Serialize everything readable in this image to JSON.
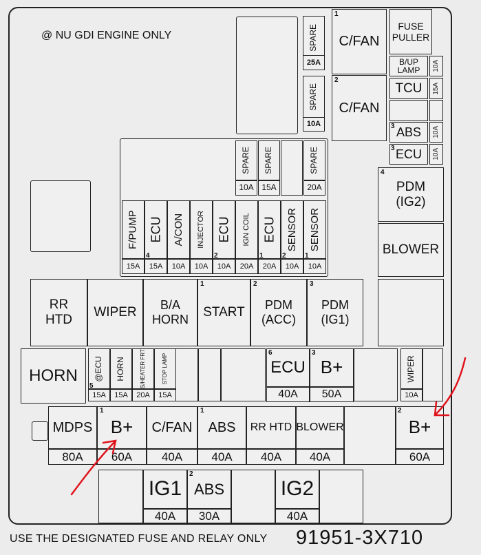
{
  "header_note": "@ NU GDI ENGINE ONLY",
  "footer_note": "USE THE DESIGNATED FUSE AND RELAY ONLY",
  "part_number": "91951-3X710",
  "top": {
    "spare1": "SPARE",
    "spare1_amp": "25A",
    "spare2": "SPARE",
    "spare2_amp": "10A",
    "cfan1": "C/FAN",
    "cfan1_num": "1",
    "cfan2": "C/FAN",
    "cfan2_num": "2",
    "fuse_puller": "FUSE PULLER",
    "bup_lamp": "B/UP LAMP",
    "bup_amp": "10A",
    "tcu": "TCU",
    "tcu_amp": "15A",
    "abs": "ABS",
    "abs_num": "3",
    "abs_amp": "10A",
    "ecu": "ECU",
    "ecu_num": "3",
    "ecu_amp": "10A",
    "pdm_ig2": "PDM (IG2)",
    "pdm_ig2_num": "4",
    "blower": "BLOWER"
  },
  "mid_spares": [
    {
      "label": "SPARE",
      "amp": "10A"
    },
    {
      "label": "SPARE",
      "amp": "15A"
    },
    {
      "label": "SPARE",
      "amp": "20A"
    }
  ],
  "mid_fuses": [
    {
      "label": "F/PUMP",
      "amp": "15A",
      "num": ""
    },
    {
      "label": "ECU",
      "amp": "15A",
      "num": "4"
    },
    {
      "label": "A/CON",
      "amp": "10A",
      "num": ""
    },
    {
      "label": "INJECTOR",
      "amp": "10A",
      "num": ""
    },
    {
      "label": "ECU",
      "amp": "10A",
      "num": "2"
    },
    {
      "label": "IGN COIL",
      "amp": "20A",
      "num": ""
    },
    {
      "label": "ECU",
      "amp": "20A",
      "num": "1"
    },
    {
      "label": "SENSOR",
      "amp": "10A",
      "num": "2"
    },
    {
      "label": "SENSOR",
      "amp": "10A",
      "num": "1"
    }
  ],
  "relays": [
    {
      "label": "RR HTD",
      "num": ""
    },
    {
      "label": "WIPER",
      "num": ""
    },
    {
      "label": "B/A HORN",
      "num": ""
    },
    {
      "label": "START",
      "num": "1"
    },
    {
      "label": "PDM (ACC)",
      "num": "2"
    },
    {
      "label": "PDM (IG1)",
      "num": "3"
    }
  ],
  "row4": {
    "horn": "HORN",
    "small": [
      {
        "label": "@ECU",
        "amp": "15A",
        "num": "5"
      },
      {
        "label": "HORN",
        "amp": "15A",
        "num": ""
      },
      {
        "label": "S/HEATER FRT",
        "amp": "20A",
        "num": ""
      },
      {
        "label": "STOP LAMP",
        "amp": "15A",
        "num": ""
      }
    ],
    "ecu": "ECU",
    "ecu_num": "6",
    "ecu_amp": "40A",
    "bplus": "B+",
    "bplus_num": "3",
    "bplus_amp": "50A",
    "wiper": "WIPER",
    "wiper_amp": "10A"
  },
  "row5": [
    {
      "label": "MDPS",
      "amp": "80A",
      "num": ""
    },
    {
      "label": "B+",
      "amp": "60A",
      "num": "1"
    },
    {
      "label": "C/FAN",
      "amp": "40A",
      "num": ""
    },
    {
      "label": "ABS",
      "amp": "40A",
      "num": "1"
    },
    {
      "label": "RR HTD",
      "amp": "40A",
      "num": ""
    },
    {
      "label": "BLOWER",
      "amp": "40A",
      "num": ""
    }
  ],
  "row5_right": {
    "label": "B+",
    "amp": "60A",
    "num": "2"
  },
  "row6": {
    "ig1": "IG1",
    "ig1_amp": "40A",
    "abs": "ABS",
    "abs_num": "2",
    "abs_amp": "30A",
    "ig2": "IG2",
    "ig2_amp": "40A"
  },
  "annotation_color": "#e0141c"
}
